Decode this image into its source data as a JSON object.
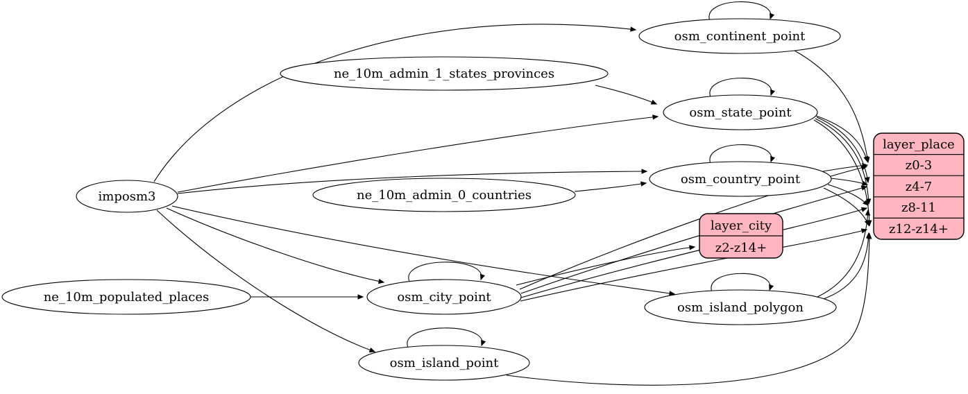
{
  "diagram": {
    "type": "etl-dependency-graph",
    "colors": {
      "background": "#FFFFFF",
      "node_fill": "#FFFFFF",
      "node_stroke": "#000000",
      "edge": "#000000",
      "record_fill": "#FFB6C1"
    },
    "nodes": {
      "imposm3": {
        "label": "imposm3",
        "shape": "ellipse"
      },
      "ne_10m_admin_1_states_provinces": {
        "label": "ne_10m_admin_1_states_provinces",
        "shape": "ellipse"
      },
      "ne_10m_admin_0_countries": {
        "label": "ne_10m_admin_0_countries",
        "shape": "ellipse"
      },
      "ne_10m_populated_places": {
        "label": "ne_10m_populated_places",
        "shape": "ellipse"
      },
      "osm_continent_point": {
        "label": "osm_continent_point",
        "shape": "ellipse"
      },
      "osm_state_point": {
        "label": "osm_state_point",
        "shape": "ellipse"
      },
      "osm_country_point": {
        "label": "osm_country_point",
        "shape": "ellipse"
      },
      "osm_city_point": {
        "label": "osm_city_point",
        "shape": "ellipse"
      },
      "osm_island_polygon": {
        "label": "osm_island_polygon",
        "shape": "ellipse"
      },
      "osm_island_point": {
        "label": "osm_island_point",
        "shape": "ellipse"
      },
      "layer_city": {
        "label": "layer_city",
        "shape": "record",
        "rows": [
          "z2-z14+"
        ]
      },
      "layer_place": {
        "label": "layer_place",
        "shape": "record",
        "rows": [
          "z0-3",
          "z4-7",
          "z8-11",
          "z12-z14+"
        ]
      }
    },
    "edges": [
      {
        "from": "imposm3",
        "to": "osm_continent_point"
      },
      {
        "from": "imposm3",
        "to": "osm_state_point"
      },
      {
        "from": "imposm3",
        "to": "osm_country_point"
      },
      {
        "from": "imposm3",
        "to": "osm_city_point"
      },
      {
        "from": "imposm3",
        "to": "osm_island_polygon"
      },
      {
        "from": "imposm3",
        "to": "osm_island_point"
      },
      {
        "from": "ne_10m_admin_1_states_provinces",
        "to": "osm_state_point"
      },
      {
        "from": "ne_10m_admin_0_countries",
        "to": "osm_country_point"
      },
      {
        "from": "ne_10m_populated_places",
        "to": "osm_city_point"
      },
      {
        "from": "osm_continent_point",
        "to": "osm_continent_point"
      },
      {
        "from": "osm_state_point",
        "to": "osm_state_point"
      },
      {
        "from": "osm_country_point",
        "to": "osm_country_point"
      },
      {
        "from": "osm_city_point",
        "to": "osm_city_point"
      },
      {
        "from": "osm_island_polygon",
        "to": "osm_island_polygon"
      },
      {
        "from": "osm_island_point",
        "to": "osm_island_point"
      },
      {
        "from": "osm_continent_point",
        "to": "layer_place",
        "to_row": "z0-3"
      },
      {
        "from": "osm_state_point",
        "to": "layer_place",
        "to_row": "z0-3"
      },
      {
        "from": "osm_state_point",
        "to": "layer_place",
        "to_row": "z4-7"
      },
      {
        "from": "osm_state_point",
        "to": "layer_place",
        "to_row": "z8-11"
      },
      {
        "from": "osm_state_point",
        "to": "layer_place",
        "to_row": "z12-z14+"
      },
      {
        "from": "osm_country_point",
        "to": "layer_place",
        "to_row": "z0-3"
      },
      {
        "from": "osm_country_point",
        "to": "layer_place",
        "to_row": "z4-7"
      },
      {
        "from": "osm_country_point",
        "to": "layer_place",
        "to_row": "z8-11"
      },
      {
        "from": "osm_country_point",
        "to": "layer_place",
        "to_row": "z12-z14+"
      },
      {
        "from": "osm_city_point",
        "to": "layer_city",
        "to_row": "z2-z14+"
      },
      {
        "from": "osm_city_point",
        "to": "layer_place",
        "to_row": "z0-3"
      },
      {
        "from": "osm_city_point",
        "to": "layer_place",
        "to_row": "z4-7"
      },
      {
        "from": "osm_city_point",
        "to": "layer_place",
        "to_row": "z8-11"
      },
      {
        "from": "osm_city_point",
        "to": "layer_place",
        "to_row": "z12-z14+"
      },
      {
        "from": "osm_island_polygon",
        "to": "layer_place",
        "to_row": "z8-11"
      },
      {
        "from": "osm_island_polygon",
        "to": "layer_place",
        "to_row": "z12-z14+"
      },
      {
        "from": "osm_island_point",
        "to": "layer_place",
        "to_row": "z12-z14+"
      }
    ]
  }
}
